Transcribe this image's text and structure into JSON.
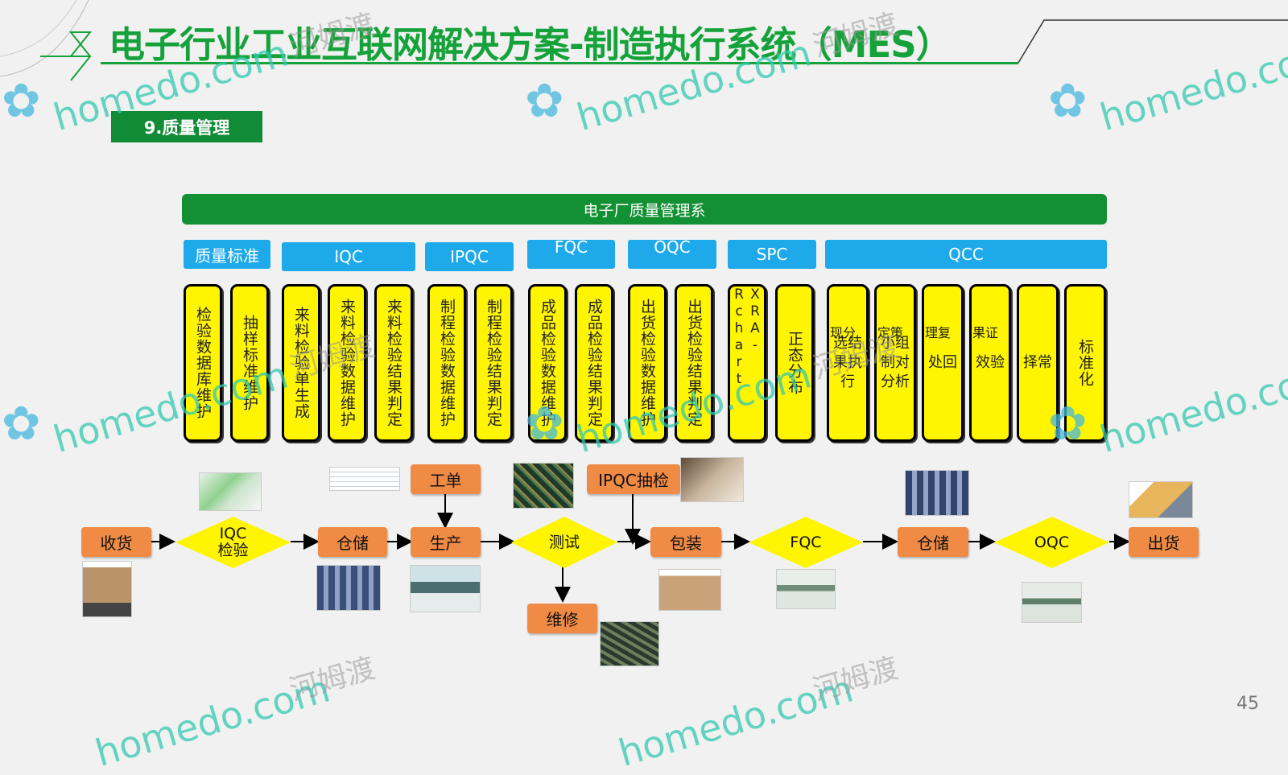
{
  "header": {
    "title": "电子行业工业互联网解决方案-制造执行系统（MES）",
    "section": "9.质量管理"
  },
  "system_banner": "电子厂质量管理系",
  "categories": [
    {
      "label": "质量标准"
    },
    {
      "label": "IQC"
    },
    {
      "label": "IPQC"
    },
    {
      "label": "FQC"
    },
    {
      "label": "OQC"
    },
    {
      "label": "SPC"
    },
    {
      "label": "QCC"
    }
  ],
  "functions": [
    "检验数据库维护",
    "抽样标准维护",
    "来料检验单生成",
    "来料检验数据维护",
    "来料检验结果判定",
    "制程检验数据维护",
    "制程检验结果判定",
    "成品检验数据维护",
    "成品检验结果判定",
    "出货检验数据维护",
    "出货检验结果判定",
    "XRA-Rchart",
    "正态分布",
    "选结果执行",
    "小组制对分析",
    "处回",
    "效验",
    "择常",
    "现分",
    "定策",
    "理复",
    "果证",
    "标准化"
  ],
  "process": {
    "receive": "收货",
    "iqc": "IQC\n检验",
    "storage1": "仓储",
    "work_order": "工单",
    "production": "生产",
    "test": "测试",
    "repair": "维修",
    "ipqc_sampling": "IPQC抽检",
    "packing": "包装",
    "fqc": "FQC",
    "storage2": "仓储",
    "oqc": "OQC",
    "ship": "出货"
  },
  "watermarks": {
    "brand": "homedo.com",
    "cn": "河姆渡"
  },
  "page_number": "45",
  "colors": {
    "title_green": "#16a23a",
    "banner_green": "#139033",
    "category_blue": "#1eaaea",
    "function_yellow": "#fff500",
    "process_orange": "#f08b45",
    "diamond_yellow": "#fff500"
  }
}
